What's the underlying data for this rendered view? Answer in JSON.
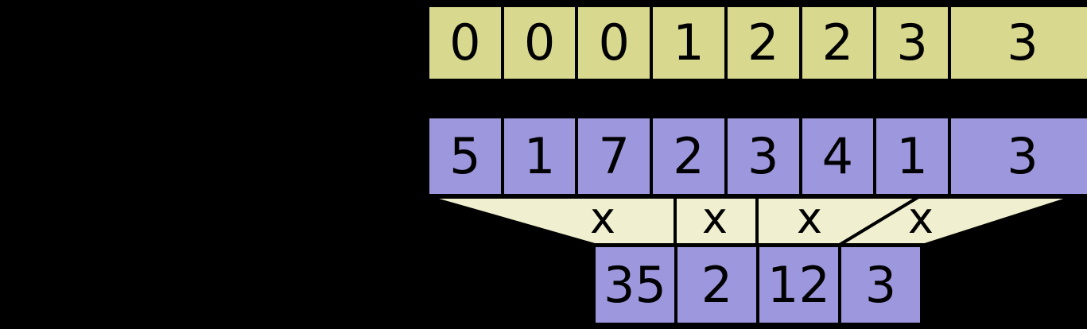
{
  "colors": {
    "background": "#000000",
    "keys_fill": "#d8d88f",
    "values_fill": "#9d97dd",
    "funnel_fill": "#f0f0d0",
    "border": "#000000",
    "text": "#000000"
  },
  "rows": {
    "keys": [
      "0",
      "0",
      "0",
      "1",
      "2",
      "2",
      "3",
      "3"
    ],
    "values": [
      "5",
      "1",
      "7",
      "2",
      "3",
      "4",
      "1",
      "3"
    ],
    "results": [
      "35",
      "2",
      "12",
      "3"
    ]
  },
  "operators": [
    "x",
    "x",
    "x",
    "x"
  ]
}
